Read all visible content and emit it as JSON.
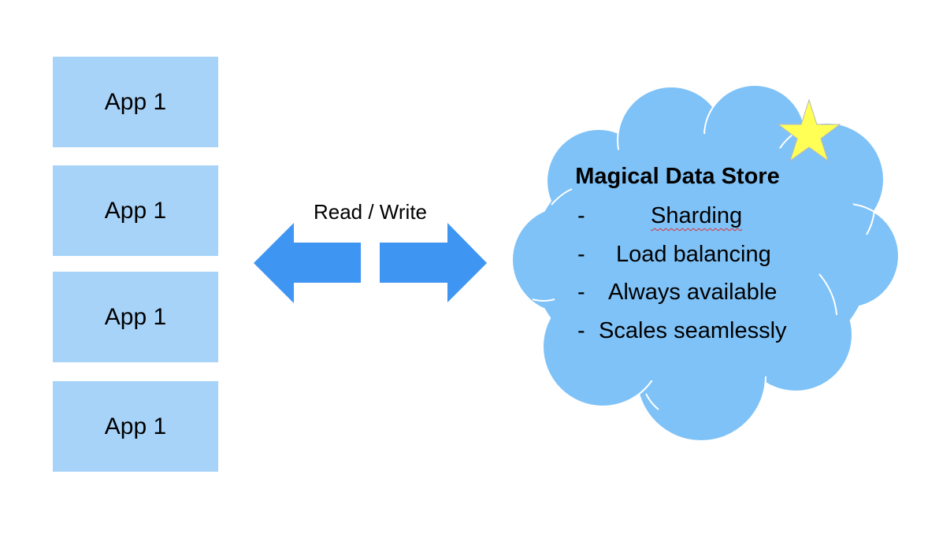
{
  "apps": [
    {
      "label": "App 1"
    },
    {
      "label": "App 1"
    },
    {
      "label": "App 1"
    },
    {
      "label": "App 1"
    }
  ],
  "connector": {
    "label": "Read / Write"
  },
  "store": {
    "title": "Magical Data Store",
    "features": [
      {
        "bullet": "-",
        "text": "Sharding"
      },
      {
        "bullet": "-",
        "text": "Load balancing"
      },
      {
        "bullet": "-",
        "text": "Always available"
      },
      {
        "bullet": "-",
        "text": "Scales seamlessly"
      }
    ]
  },
  "colors": {
    "app_fill": "#a8d3f9",
    "arrow_fill": "#3f95f2",
    "cloud_fill": "#7fc2f7",
    "star_fill": "#ffff55",
    "star_stroke": "#b8b8b8"
  },
  "icons": {
    "arrow_left": "arrow-left-icon",
    "arrow_right": "arrow-right-icon",
    "cloud": "cloud-shape",
    "star": "star-icon"
  }
}
